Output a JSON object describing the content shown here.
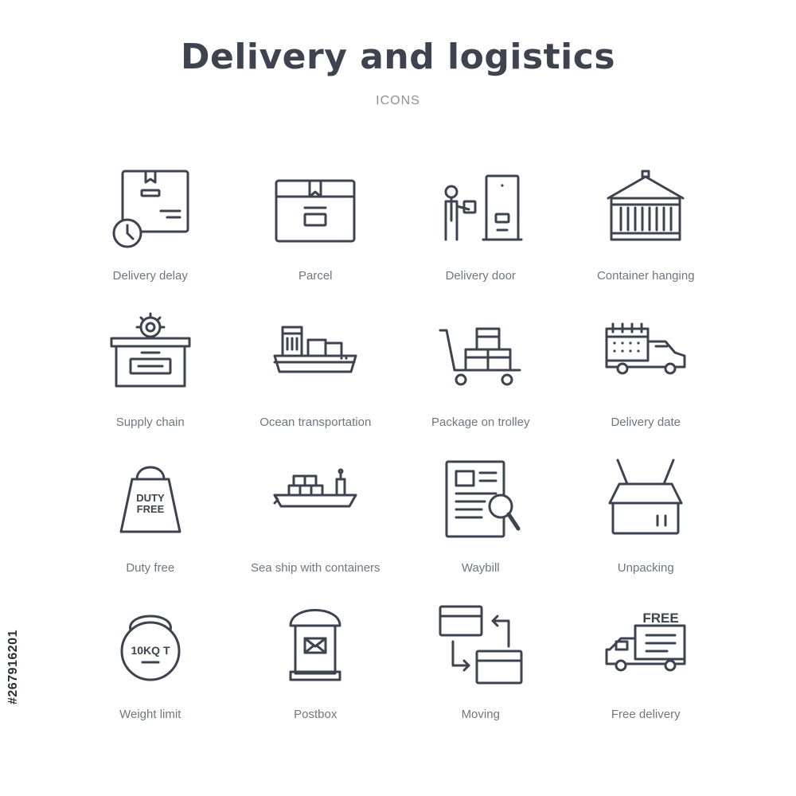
{
  "header": {
    "title": "Delivery and logistics",
    "subtitle": "ICONS"
  },
  "side_id": "#267916201",
  "icons": [
    {
      "label": "Delivery delay",
      "icon": "parcel-clock-icon"
    },
    {
      "label": "Parcel",
      "icon": "box-icon"
    },
    {
      "label": "Delivery door",
      "icon": "courier-door-icon"
    },
    {
      "label": "Container hanging",
      "icon": "hanging-container-icon"
    },
    {
      "label": "Supply chain",
      "icon": "box-gear-icon"
    },
    {
      "label": "Ocean transportation",
      "icon": "cargo-ship-icon"
    },
    {
      "label": "Package on trolley",
      "icon": "trolley-boxes-icon"
    },
    {
      "label": "Delivery date",
      "icon": "calendar-truck-icon"
    },
    {
      "label": "Duty free",
      "icon": "duty-free-bag-icon",
      "text": [
        "DUTY",
        "FREE"
      ]
    },
    {
      "label": "Sea ship with containers",
      "icon": "container-ship-icon"
    },
    {
      "label": "Waybill",
      "icon": "document-search-icon"
    },
    {
      "label": "Unpacking",
      "icon": "open-box-icon"
    },
    {
      "label": "Weight limit",
      "icon": "kettlebell-icon",
      "text": [
        "10KQ T"
      ]
    },
    {
      "label": "Postbox",
      "icon": "postbox-icon"
    },
    {
      "label": "Moving",
      "icon": "moving-boxes-icon"
    },
    {
      "label": "Free delivery",
      "icon": "free-truck-icon",
      "text": [
        "FREE"
      ]
    }
  ]
}
